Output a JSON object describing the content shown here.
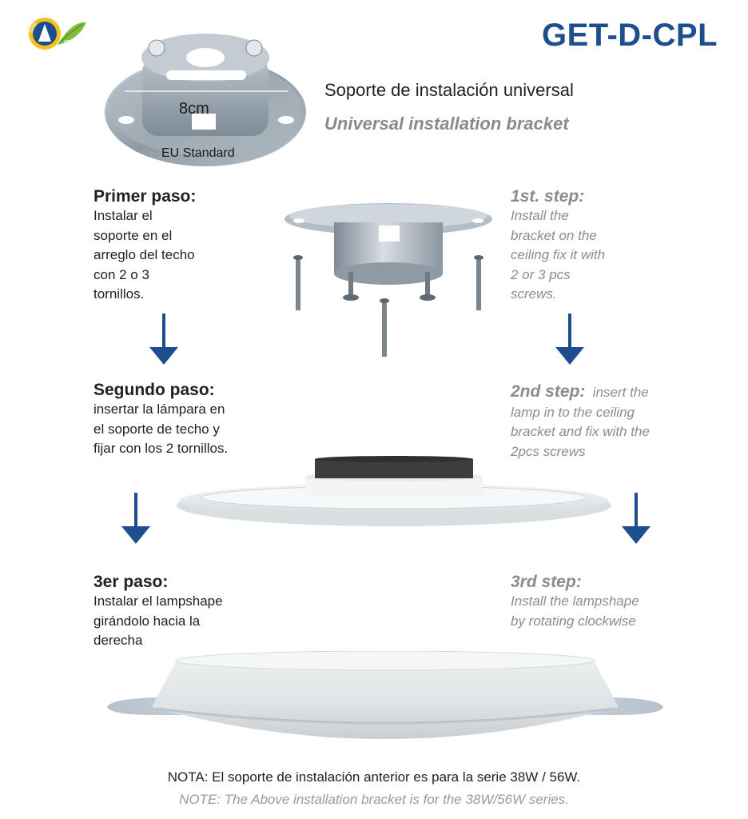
{
  "logo": {
    "text_top": "one",
    "text_bottom": "gold"
  },
  "model": "GET-D-CPL",
  "title": {
    "es": "Soporte de instalación universal",
    "en": "Universal installation bracket"
  },
  "bracket_image": {
    "dimension_label": "8cm",
    "standard_label": "EU Standard"
  },
  "steps": {
    "step1": {
      "es_head": "Primer paso:",
      "es_lines": [
        "Instalar el",
        "soporte en el",
        "arreglo del techo",
        "con 2 o 3",
        "tornillos."
      ],
      "en_head": "1st. step:",
      "en_lines": [
        "Install the",
        "bracket on the",
        "ceiling fix it with",
        "2 or 3 pcs",
        "screws."
      ]
    },
    "step2": {
      "es_head": "Segundo paso:",
      "es_lines": [
        "insertar la lámpara en",
        "el soporte de techo y",
        "fijar con los 2 tornillos."
      ],
      "en_head": "2nd step:",
      "en_head_tail": "insert the",
      "en_lines": [
        "lamp in to the ceiling",
        "bracket and fix with the",
        "2pcs screws"
      ]
    },
    "step3": {
      "es_head": "3er paso:",
      "es_lines": [
        "Instalar el lampshape",
        "girándolo hacia la",
        "derecha"
      ],
      "en_head": "3rd step:",
      "en_lines": [
        "Install the lampshape",
        "by rotating clockwise"
      ]
    }
  },
  "note": {
    "es": "NOTA: El soporte de instalación anterior es para la serie 38W / 56W.",
    "en": "NOTE: The Above installation bracket is for the 38W/56W series."
  },
  "colors": {
    "brand_blue": "#1f4e8f",
    "arrow_blue": "#1f4e8f",
    "gray_text": "#8c8c8c"
  }
}
